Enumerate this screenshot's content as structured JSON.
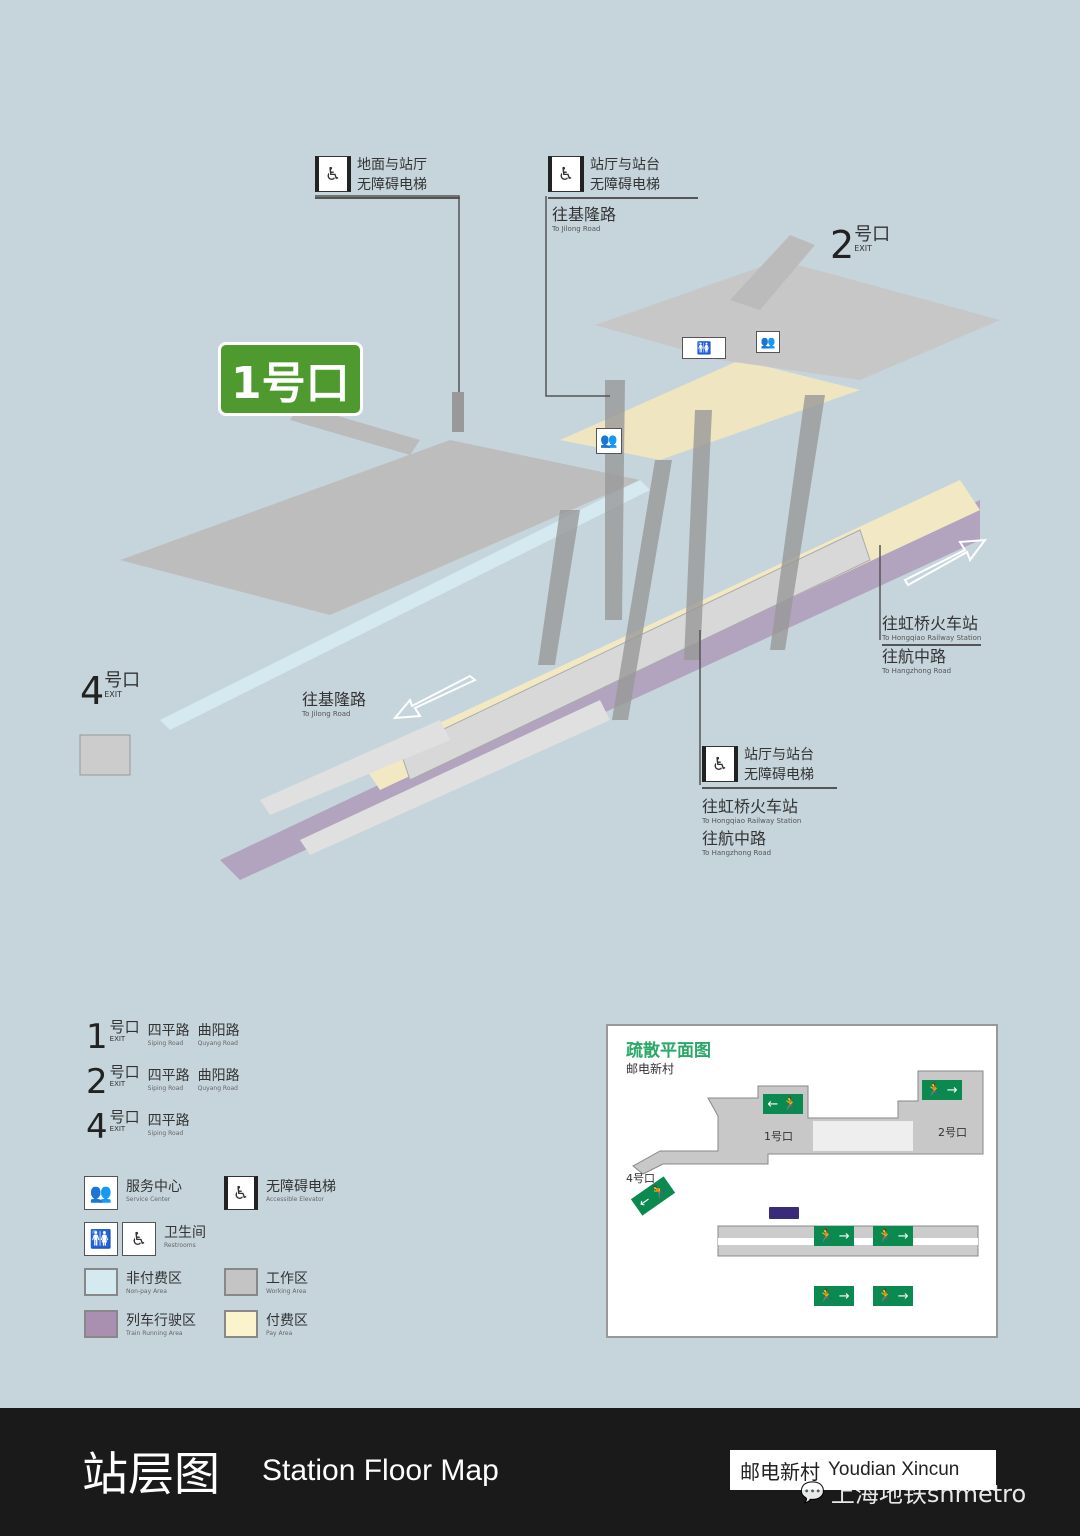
{
  "exits": {
    "exit1_label": "1号口",
    "exit2": {
      "num": "2",
      "cn": "号口",
      "en": "EXIT"
    },
    "exit4": {
      "num": "4",
      "cn": "号口",
      "en": "EXIT"
    }
  },
  "callouts": {
    "ground_elevator": {
      "line1": "地面与站厅",
      "line2": "无障碍电梯"
    },
    "hall_elevator_top": {
      "line1": "站厅与站台",
      "line2": "无障碍电梯",
      "dir_cn": "往基隆路",
      "dir_en": "To Jilong Road"
    },
    "dir_hongqiao_right": {
      "cn": "往虹桥火车站",
      "en": "To Hongqiao Railway Station"
    },
    "dir_hangzhong_right": {
      "cn": "往航中路",
      "en": "To Hangzhong Road"
    },
    "dir_jilong_platform": {
      "cn": "往基隆路",
      "en": "To Jilong Road"
    },
    "hall_elevator_bottom": {
      "line1": "站厅与站台",
      "line2": "无障碍电梯",
      "dir1_cn": "往虹桥火车站",
      "dir1_en": "To Hongqiao Railway Station",
      "dir2_cn": "往航中路",
      "dir2_en": "To Hangzhong Road"
    }
  },
  "exit_legend": [
    {
      "num": "1",
      "cn": "号口",
      "en": "EXIT",
      "roads": [
        {
          "cn": "四平路",
          "en": "Siping Road"
        },
        {
          "cn": "曲阳路",
          "en": "Quyang Road"
        }
      ]
    },
    {
      "num": "2",
      "cn": "号口",
      "en": "EXIT",
      "roads": [
        {
          "cn": "四平路",
          "en": "Siping Road"
        },
        {
          "cn": "曲阳路",
          "en": "Quyang Road"
        }
      ]
    },
    {
      "num": "4",
      "cn": "号口",
      "en": "EXIT",
      "roads": [
        {
          "cn": "四平路",
          "en": "Siping Road"
        }
      ]
    }
  ],
  "legend": {
    "service": {
      "cn": "服务中心",
      "en": "Service Center"
    },
    "elevator": {
      "cn": "无障碍电梯",
      "en": "Accessible Elevator"
    },
    "restroom": {
      "cn": "卫生间",
      "en": "Restrooms"
    },
    "nonpay": {
      "cn": "非付费区",
      "en": "Non-pay Area",
      "color": "#d4e9f0"
    },
    "working": {
      "cn": "工作区",
      "en": "Working Area",
      "color": "#c4c4c4"
    },
    "train": {
      "cn": "列车行驶区",
      "en": "Train Running Area",
      "color": "#a98fb0"
    },
    "pay": {
      "cn": "付费区",
      "en": "Pay Area",
      "color": "#faf3cc"
    }
  },
  "evac": {
    "title": "疏散平面图",
    "station": "邮电新村",
    "exit1": "1号口",
    "exit2": "2号口",
    "exit4": "4号口"
  },
  "footer": {
    "title_cn": "站层图",
    "title_en": "Station Floor Map",
    "station_cn": "邮电新村",
    "station_en": "Youdian Xincun",
    "watermark": "上海地铁shmetro"
  }
}
